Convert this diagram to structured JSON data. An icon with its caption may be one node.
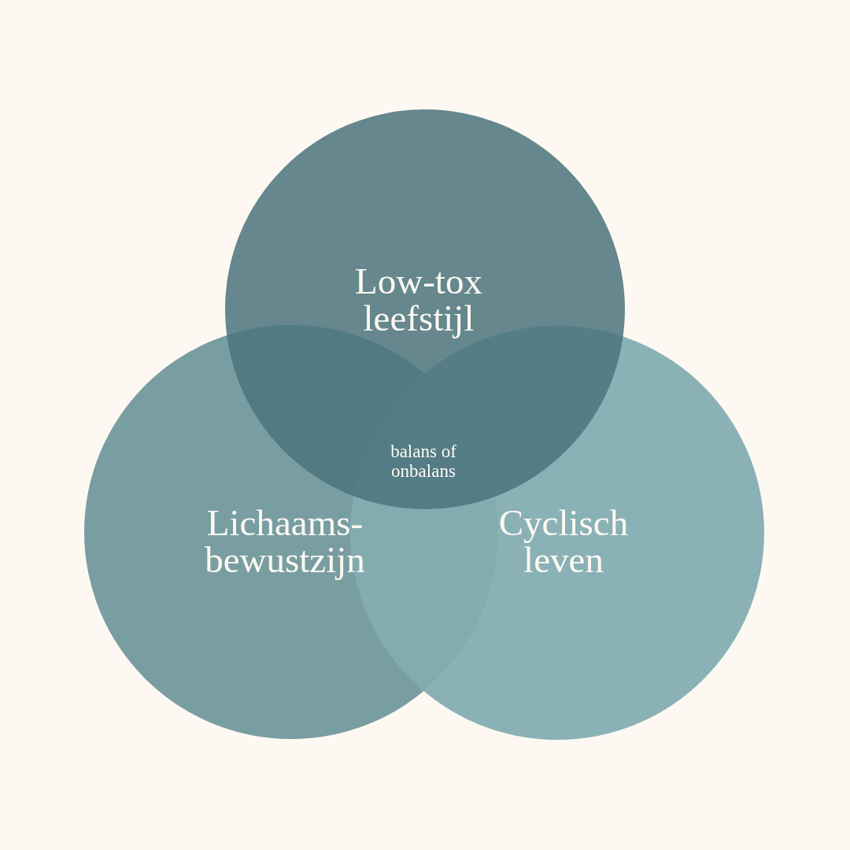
{
  "diagram": {
    "nodes": [
      {
        "text": [
          "Low-tox leefstijl"
        ]
      },
      {
        "text": [
          "Lichaams- bewustzijn"
        ]
      },
      {
        "text": [
          "Cyclisch leven"
        ]
      }
    ],
    "labels": [
      "balans of onbalans"
    ]
  }
}
